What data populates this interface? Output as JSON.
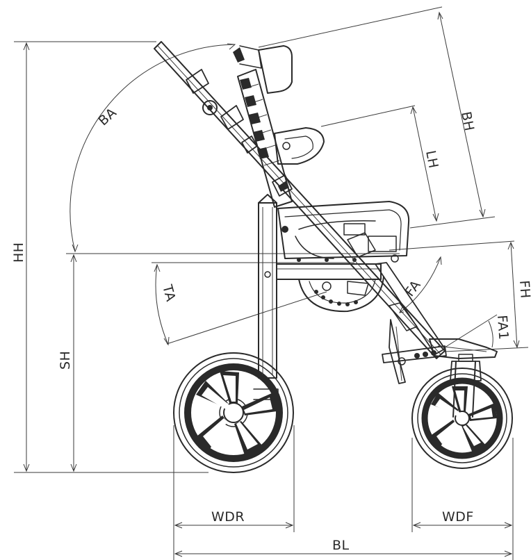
{
  "diagram": {
    "labels": {
      "ba": "BA",
      "bh": "BH",
      "lh": "LH",
      "hh": "HH",
      "sh": "SH",
      "ta": "TA",
      "fa": "FA",
      "fh": "FH",
      "fa1": "FA1",
      "wdr": "WDR",
      "wdf": "WDF",
      "bl": "BL"
    }
  }
}
